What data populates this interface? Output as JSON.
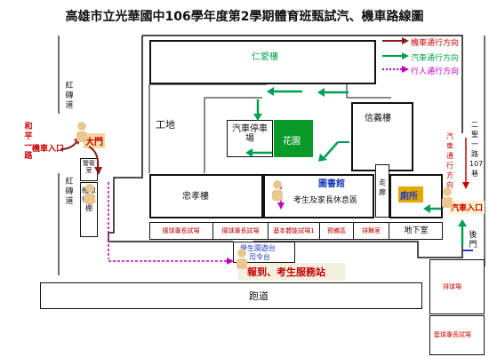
{
  "title": "高雄市立光華國中106學年度第2學期體育班甄試汽、機車路線圖",
  "legend": {
    "motorcycle": "機車通行方向",
    "car": "汽車通行方向",
    "pedestrian": "行人通行方向",
    "colors": {
      "motorcycle": "#8b1a1a",
      "car": "#00a050",
      "pedestrian": "#c000c0"
    }
  },
  "roads": {
    "left_top": "紅磚道",
    "left_bottom": "紅磚道",
    "left_road": "和平一路",
    "right_road": "二聖一路107巷",
    "bottom": "跑道"
  },
  "buildings": {
    "renai": "仁愛樓",
    "xinyi": "信義樓",
    "zhongxiao": "忠孝樓",
    "library": "圖書館",
    "rest_area": "考生及家長休息區",
    "toilet": "廁所",
    "corridor": "走廊",
    "parking": "汽車停車場",
    "garden": "花園",
    "site": "工地",
    "guard": "警衛室",
    "moto_parking": "機車停車棚",
    "basement": "地下室"
  },
  "gates": {
    "main": "大門",
    "back": "後門",
    "moto_entrance": "機車入口",
    "car_entrance": "汽車入口",
    "car_direction": "汽車通行方向"
  },
  "rooms": [
    "撞球專長試場",
    "撞球專長試場",
    "基本體能試場1",
    "預備區",
    "排舞室"
  ],
  "stage": {
    "line1": "學生園遊台",
    "line2": "司令台"
  },
  "service": "報到、考生服務站",
  "right_rooms": {
    "top": "排球場",
    "bottom": "籃球專長試場"
  }
}
